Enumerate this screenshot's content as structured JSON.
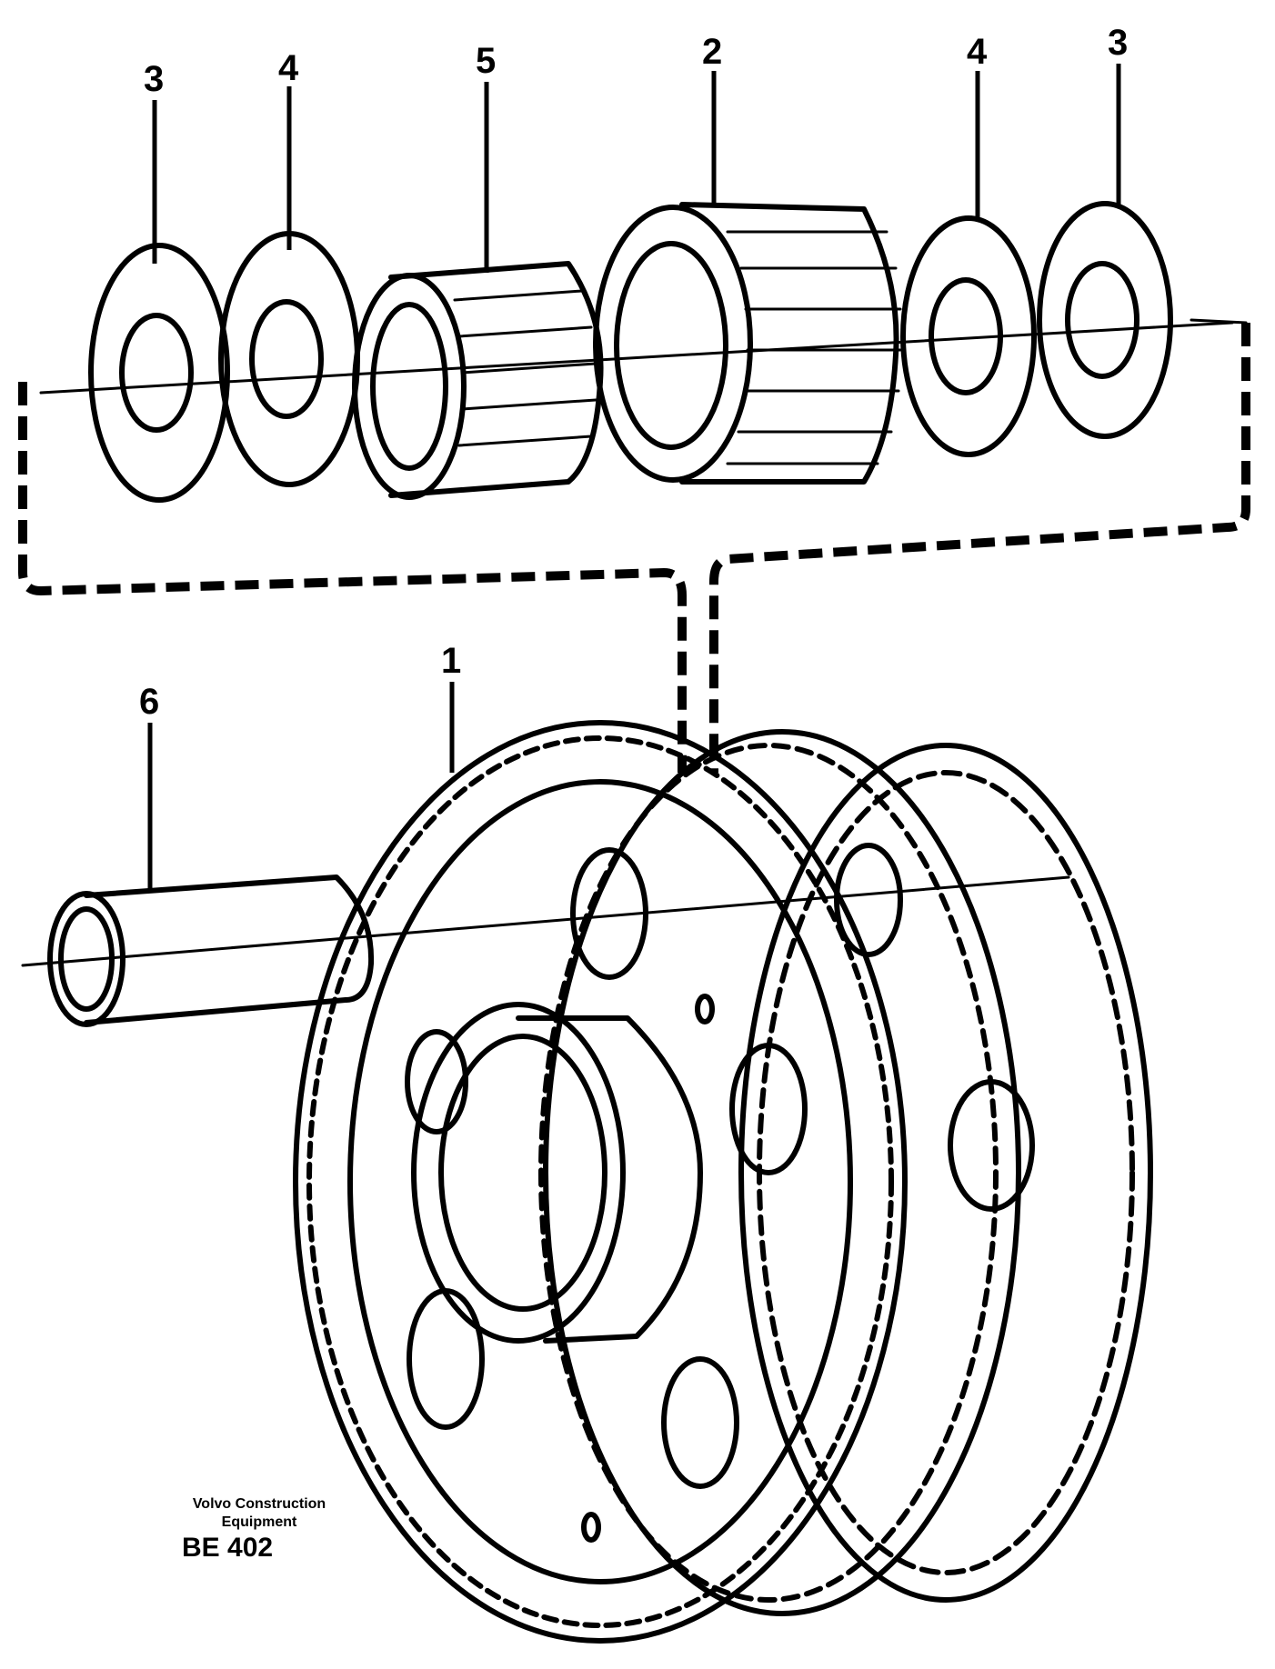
{
  "callouts": {
    "washer_left_outer": "3",
    "washer_left_inner": "4",
    "bearing": "5",
    "planet_gear": "2",
    "washer_right_inner": "4",
    "washer_right_outer": "3",
    "carrier": "1",
    "shaft": "6"
  },
  "credit": {
    "line1": "Volvo Construction",
    "line2": "Equipment",
    "code": "BE 402"
  }
}
